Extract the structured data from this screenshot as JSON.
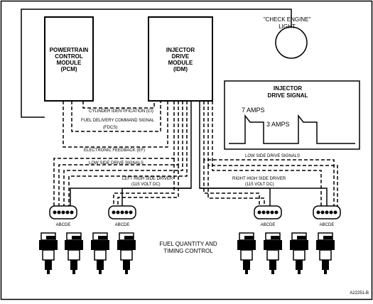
{
  "pcm": {
    "line1": "POWERTRAIN",
    "line2": "CONTROL",
    "line3": "MODULE",
    "line4": "(PCM)"
  },
  "idm": {
    "line1": "INJECTOR",
    "line2": "DRIVE",
    "line3": "MODULE",
    "line4": "(IDM)"
  },
  "check_engine": {
    "line1": "\"CHECK ENGINE\"",
    "line2": "LIGHT"
  },
  "signal_box": {
    "title1": "INJECTOR",
    "title2": "DRIVE SIGNAL",
    "amps7": "7 AMPS",
    "amps3": "3 AMPS"
  },
  "wires": {
    "ci": "CYLINDER IDENTIFICATION (CI)",
    "fdcs1": "FUEL DELIVERY COMMAND SIGNAL",
    "fdcs2": "(FDCS)",
    "ef": "ELECTRONIC FEEDBACK (EF)",
    "low_left": "LOW SIDE DRIVE SIGNALS",
    "low_right": "LOW SIDE DRIVE SIGNALS",
    "left_high1": "LEFT HIGH SIDE DRIVER",
    "left_high2": "(115 VOLT DC)",
    "right_high1": "RIGHT HIGH SIDE DRIVER",
    "right_high2": "(115 VOLT DC)"
  },
  "connectors": [
    "ABCDE",
    "ABCDE",
    "ABCDE",
    "ABCDE"
  ],
  "center": {
    "line1": "FUEL QUANTITY AND",
    "line2": "TIMING CONTROL"
  },
  "figure_id": "A22251-B"
}
